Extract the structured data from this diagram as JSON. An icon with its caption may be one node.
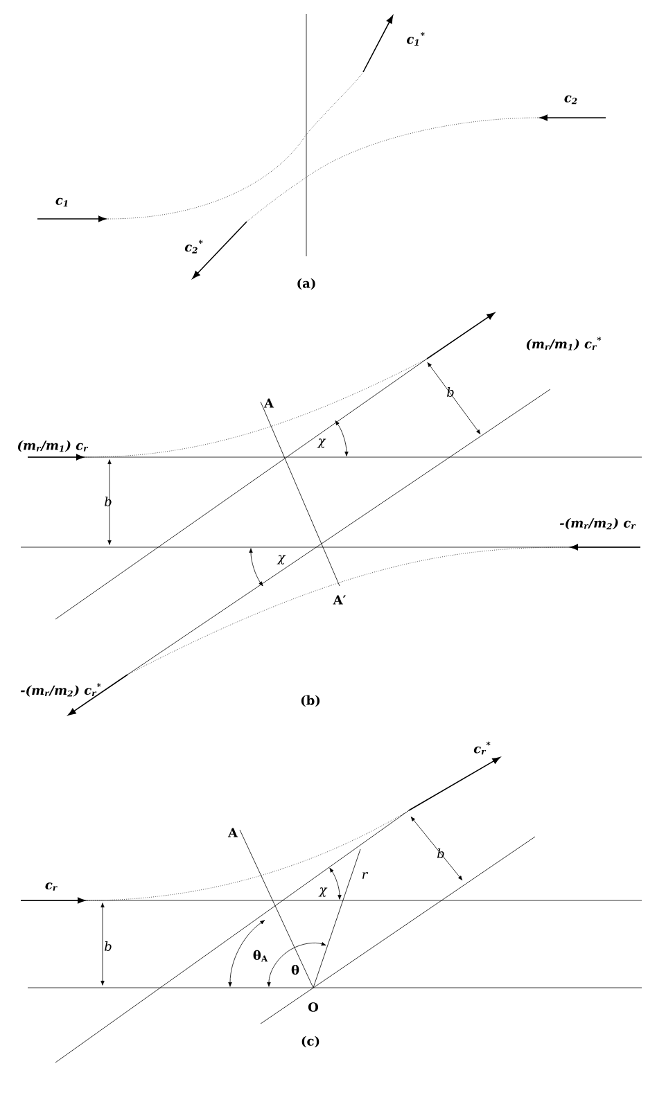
{
  "diagram": {
    "labels": [
      "c$_{1}$$^{*}$",
      "c$_{2}$",
      "c$_{1}$",
      "c$_{2}$$^{*}$",
      "(a)",
      "(m$_{r}$/m$_{1}$) c$_{r}$$^{*}$",
      "A",
      "b",
      "(m$_{r}$/m$_{1}$) c$_{r}$",
      "χ",
      "b",
      "-(m$_{r}$/m$_{2}$) c$_{r}$",
      "χ",
      "A′",
      "-(m$_{r}$/m$_{2}$) c$_{r}$$^{*}$",
      "(b)",
      "c$_{r}$$^{*}$",
      "A",
      "b",
      "c$_{r}$",
      "χ",
      "r",
      "b",
      "θ$_{A}$",
      "θ",
      "O",
      "(c)"
    ]
  }
}
